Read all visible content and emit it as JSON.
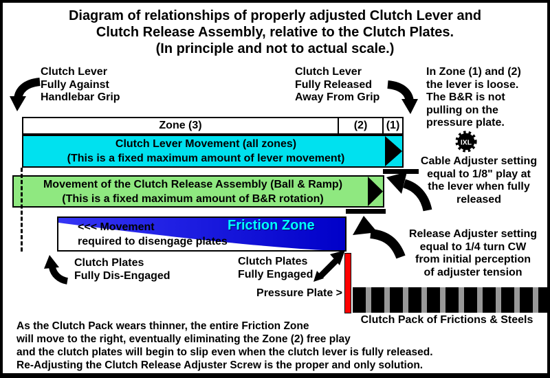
{
  "title": {
    "lines": [
      "Diagram of relationships of properly adjusted Clutch Lever and",
      "Clutch Release Assembly, relative to the Clutch Plates.",
      "(In principle and not to actual scale.)"
    ]
  },
  "zones": {
    "zone3": "Zone (3)",
    "zone2": "(2)",
    "zone1": "(1)"
  },
  "bars": {
    "lever_movement": {
      "lines": [
        "Clutch Lever Movement (all zones)",
        "(This is a fixed maximum amount of lever movement)"
      ]
    },
    "release_assembly": {
      "lines": [
        "Movement of the Clutch Release Assembly (Ball & Ramp)",
        "(This is a fixed maximum amount of B&R rotation)"
      ]
    },
    "friction_zone": {
      "label": "Friction Zone",
      "movement_lines": [
        "<<< Movement",
        "required to disengage plates"
      ]
    }
  },
  "annotations": {
    "lever_against": [
      "Clutch Lever",
      "Fully Against",
      "Handlebar Grip"
    ],
    "lever_released": [
      "Clutch Lever",
      "Fully Released",
      "Away From Grip"
    ],
    "zone_loose": [
      "In Zone (1) and (2)",
      "the lever is loose.",
      "The B&R is not",
      "pulling on the",
      "pressure plate."
    ],
    "cable_adjuster": [
      "Cable Adjuster setting",
      "equal to 1/8\" play at",
      "the lever when fully",
      "released"
    ],
    "release_adjuster": [
      "Release Adjuster setting",
      "equal to 1/4 turn CW",
      "from initial perception",
      "of adjuster tension"
    ],
    "plates_disengaged": [
      "Clutch Plates",
      "Fully Dis-Engaged"
    ],
    "plates_engaged": [
      "Clutch Plates",
      "Fully Engaged"
    ],
    "pressure_plate": "Pressure Plate >",
    "clutch_pack": "Clutch Pack of Frictions & Steels"
  },
  "badge": {
    "text": "IXL"
  },
  "footer": {
    "lines": [
      "As the Clutch Pack wears thinner, the entire Friction Zone",
      "will move to the right, eventually eliminating the Zone (2) free play",
      "and the clutch plates will begin to slip even when the clutch lever is fully released.",
      "Re-Adjusting the Clutch Release Adjuster Screw is the proper and only solution."
    ]
  },
  "colors": {
    "lever_bar_cyan": "#00e1ef",
    "release_bar_green": "#8fe880",
    "friction_blue": "#1414dd",
    "friction_label_cyan": "#00ffff",
    "pressure_plate_red": "#ff0000",
    "steel_gray": "#989898"
  }
}
